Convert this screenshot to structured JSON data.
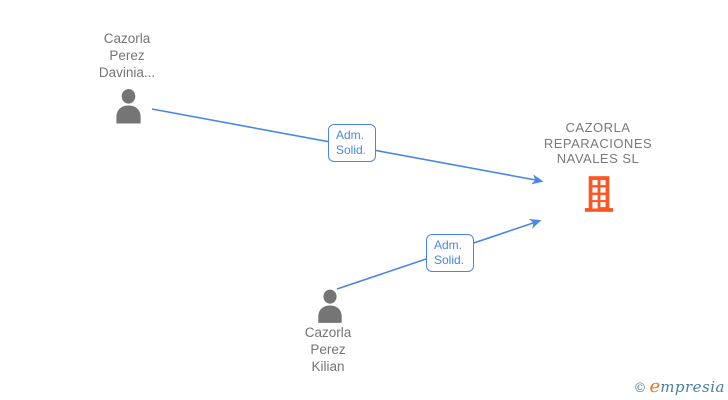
{
  "diagram": {
    "nodes": {
      "person_top": {
        "type": "person",
        "name": "Cazorla Perez Davinia..."
      },
      "person_bottom": {
        "type": "person",
        "name": "Cazorla Perez Kilian"
      },
      "company": {
        "type": "company",
        "name": "CAZORLA REPARACIONES NAVALES SL"
      }
    },
    "edges": [
      {
        "from": "person_top",
        "to": "company",
        "label": "Adm. Solid."
      },
      {
        "from": "person_bottom",
        "to": "company",
        "label": "Adm. Solid."
      }
    ],
    "colors": {
      "edge_blue": "#4a86e8",
      "person_gray": "#757575",
      "text_gray": "#7a7a7a",
      "company_orange": "#fd5523"
    }
  },
  "footer": {
    "copyright_symbol": "©",
    "brand_initial": "e",
    "brand_rest": "mpresia"
  }
}
